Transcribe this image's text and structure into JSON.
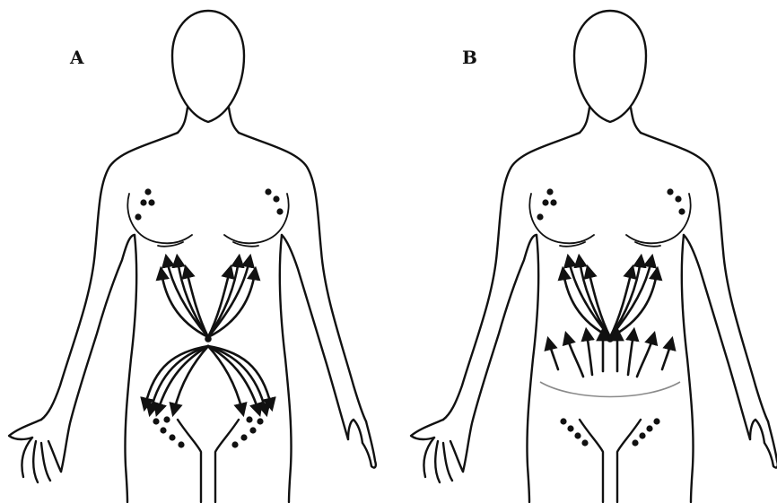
{
  "figure": {
    "panels": [
      {
        "id": "A",
        "label": "A",
        "incision": false,
        "lower_flow": "downward"
      },
      {
        "id": "B",
        "label": "B",
        "incision": true,
        "lower_flow": "upward"
      }
    ],
    "colors": {
      "ink": "#111111",
      "incision_line": "#8a8a8a",
      "background": "#ffffff"
    }
  }
}
